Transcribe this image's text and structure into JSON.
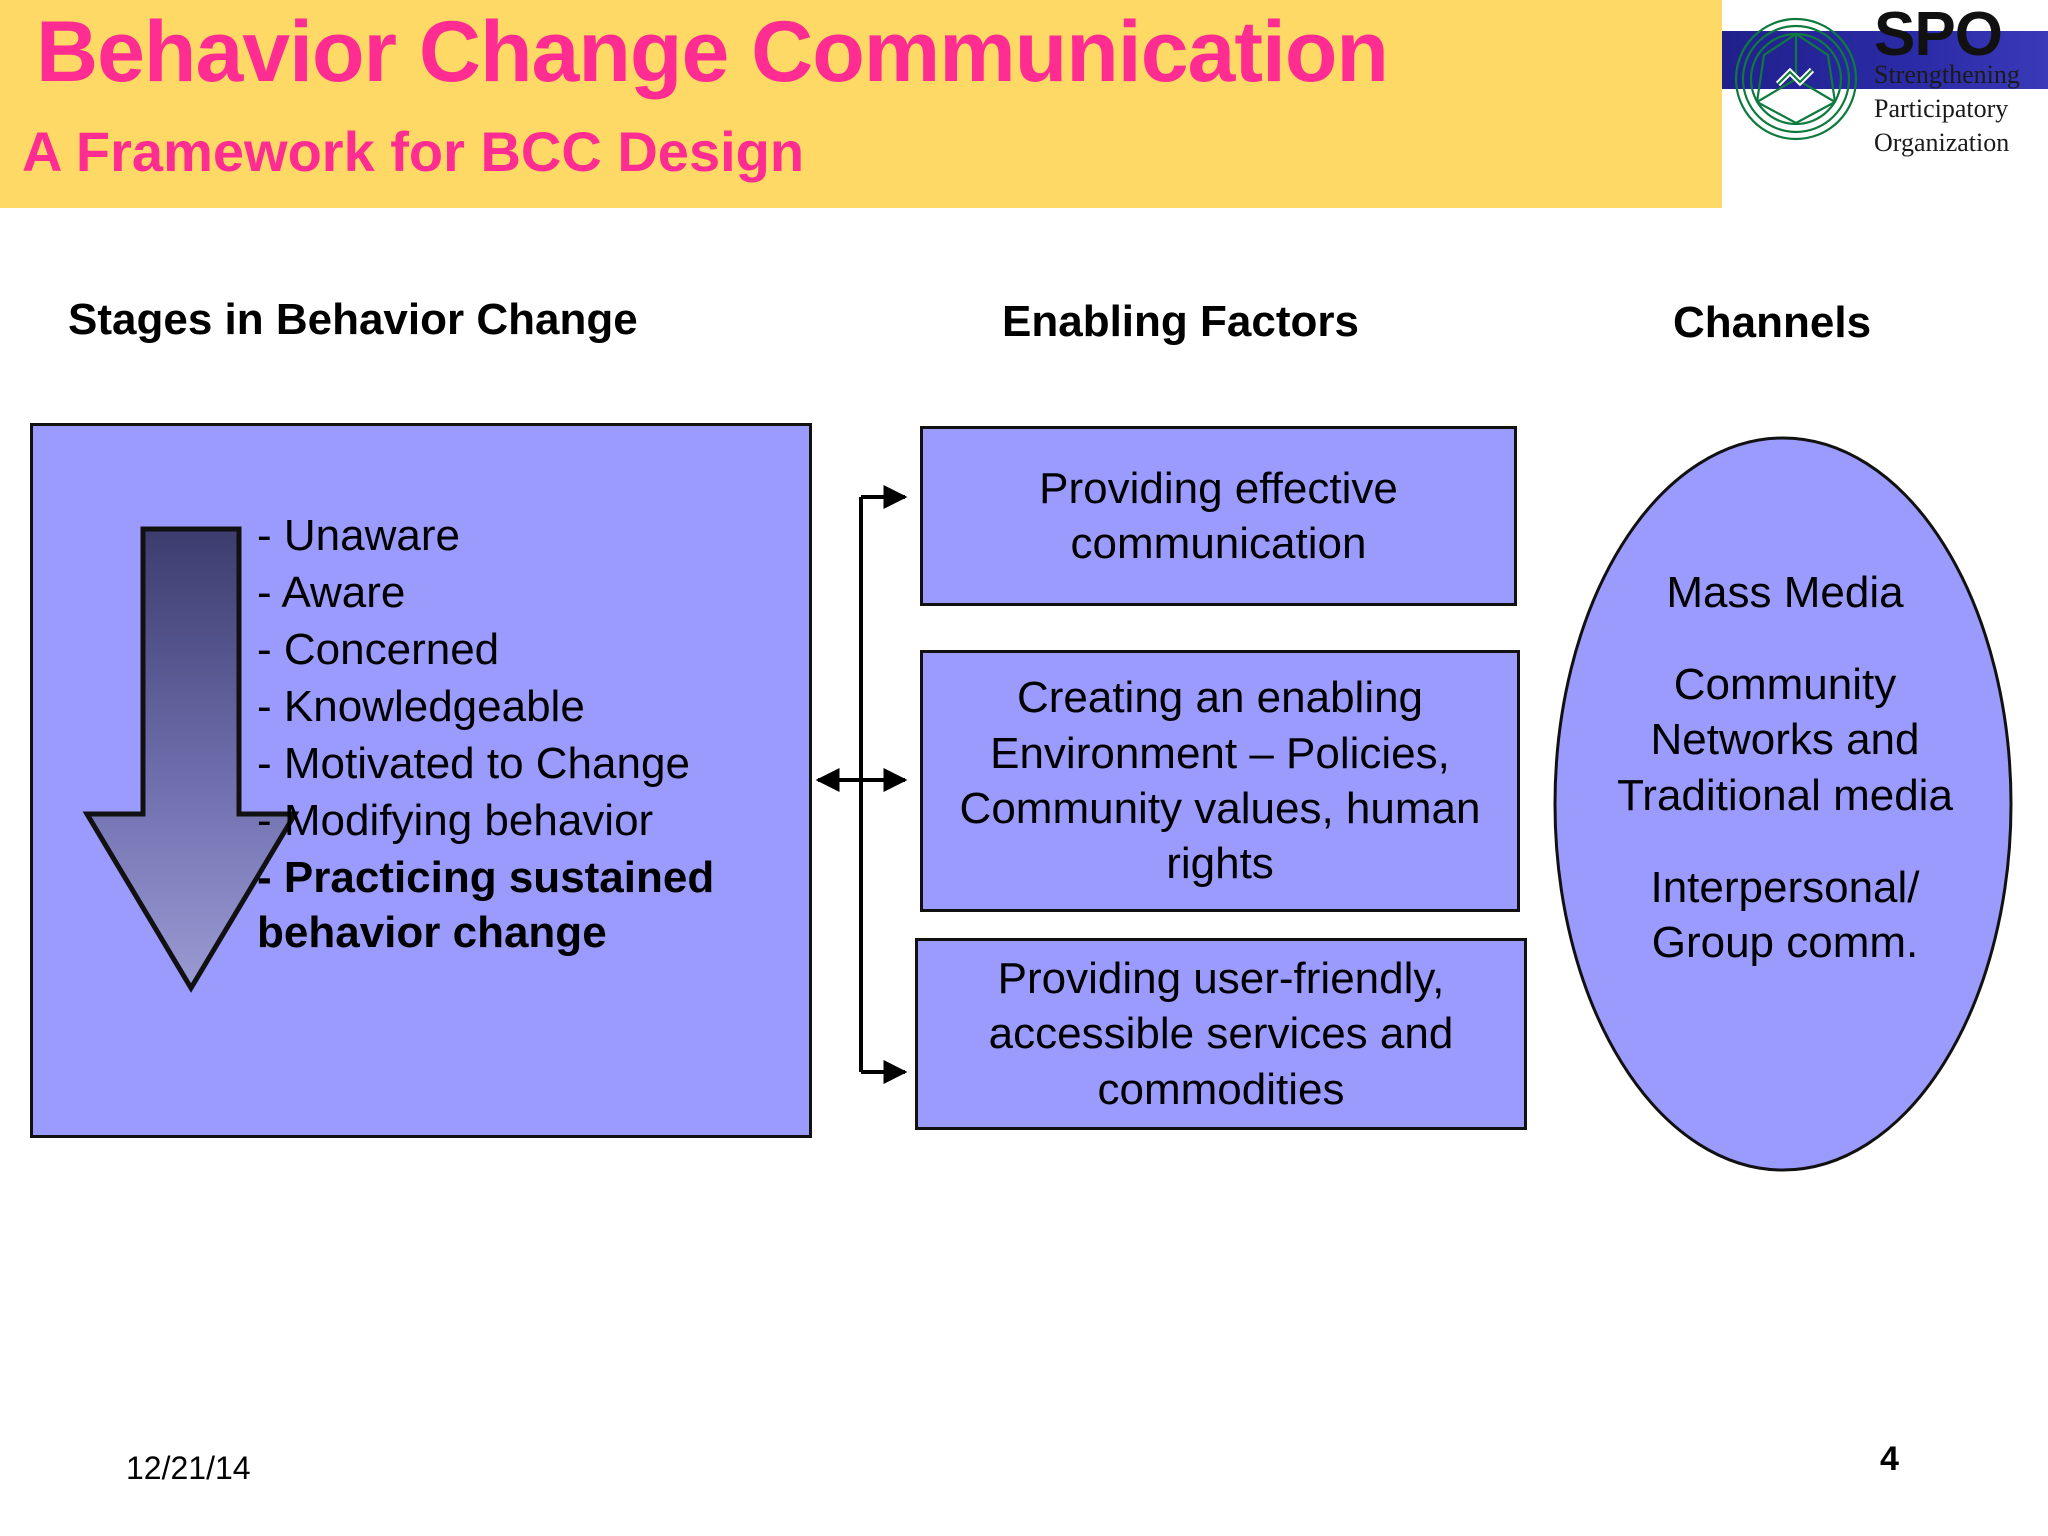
{
  "slide": {
    "title": "Behavior Change Communication",
    "subtitle": "A Framework for BCC Design"
  },
  "logo": {
    "acronym": "SPO",
    "line_1": "Strengthening",
    "line_2": "Participatory",
    "line_3": "Organization"
  },
  "columns": {
    "stages_heading": "Stages in Behavior Change",
    "enabling_heading": "Enabling Factors",
    "channels_heading": "Channels"
  },
  "stages": {
    "items": [
      {
        "label": "- Unaware",
        "bold": false
      },
      {
        "label": "- Aware",
        "bold": false
      },
      {
        "label": "- Concerned",
        "bold": false
      },
      {
        "label": "- Knowledgeable",
        "bold": false
      },
      {
        "label": "- Motivated to Change",
        "bold": false
      },
      {
        "label": "- Modifying behavior",
        "bold": false
      },
      {
        "label": "- Practicing sustained behavior change",
        "bold": true
      }
    ]
  },
  "enabling_factors": {
    "boxes": [
      {
        "text": "Providing effective communication"
      },
      {
        "text": "Creating an enabling Environment – Policies, Community values, human rights"
      },
      {
        "text": "Providing user-friendly, accessible services and commodities"
      }
    ]
  },
  "channels": {
    "group_1": "Mass Media",
    "group_2_line_1": "Community",
    "group_2_line_2": "Networks and",
    "group_2_line_3": "Traditional media",
    "group_3_line_1": "Interpersonal/",
    "group_3_line_2": "Group comm."
  },
  "footer": {
    "date": "12/21/14",
    "page_number": "4"
  },
  "colors": {
    "banner_yellow": "#ffd966",
    "title_pink": "#ff2d92",
    "shape_purple": "#9b9bfe",
    "logo_blue": "#20208c",
    "logo_green": "#0f7a3d",
    "outline_black": "#111111"
  }
}
